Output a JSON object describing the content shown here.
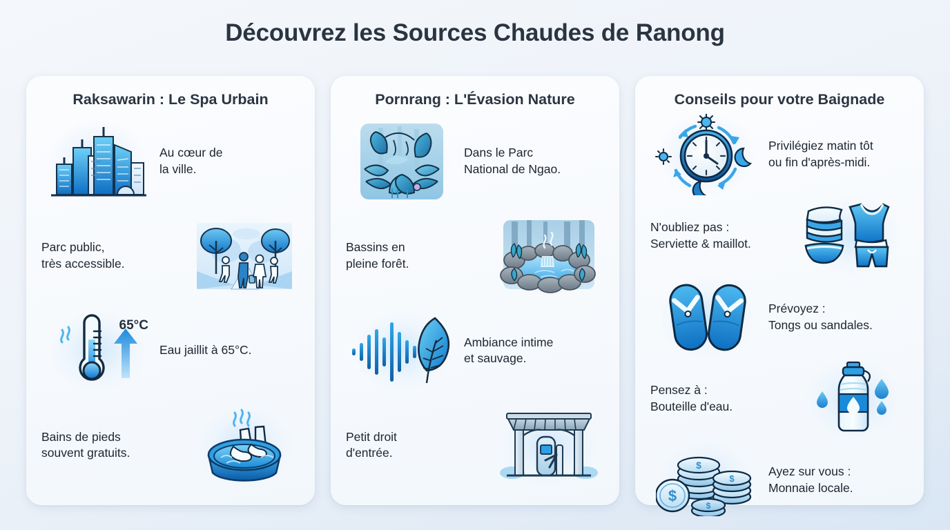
{
  "title": "Découvrez les Sources Chaudes de Ranong",
  "theme": {
    "background": "#eef3f9",
    "card_background": "#f8fafd",
    "title_color": "#2b3542",
    "text_color": "#1d2530",
    "accent_blue": "#1f8fe0",
    "deep_blue": "#0f5fa8",
    "light_blue": "#5bc4f1",
    "outline_navy": "#142a3f"
  },
  "columns": [
    {
      "id": "raksawarin",
      "title": "Raksawarin : Le Spa Urbain",
      "rows": [
        {
          "icon": "city-skyline-icon",
          "text": "Au cœur de\nla ville.",
          "icon_side": "left"
        },
        {
          "icon": "public-park-people-icon",
          "text": "Parc public,\ntrès accessible.",
          "icon_side": "right"
        },
        {
          "icon": "thermometer-icon",
          "text": "Eau jaillit à 65°C.",
          "icon_side": "left",
          "badge": "65°C"
        },
        {
          "icon": "foot-bath-icon",
          "text": "Bains de pieds\nsouvent gratuits.",
          "icon_side": "right"
        }
      ]
    },
    {
      "id": "pornrang",
      "title": "Pornrang : L'Évasion Nature",
      "rows": [
        {
          "icon": "jungle-foliage-icon",
          "text": "Dans le Parc\nNational de Ngao.",
          "icon_side": "left"
        },
        {
          "icon": "rocky-hot-spring-pool-icon",
          "text": "Bassins en\npleine forêt.",
          "icon_side": "right"
        },
        {
          "icon": "soundwave-leaf-icon",
          "text": "Ambiance intime\net sauvage.",
          "icon_side": "left"
        },
        {
          "icon": "entrance-gate-turnstile-icon",
          "text": "Petit droit\nd'entrée.",
          "icon_side": "right"
        }
      ]
    },
    {
      "id": "conseils",
      "title": "Conseils pour votre Baignade",
      "rows": [
        {
          "icon": "clock-sun-moon-cycle-icon",
          "text": "Privilégiez matin tôt\nou fin d'après-midi.",
          "icon_side": "left"
        },
        {
          "icon": "towel-swimwear-icon",
          "text": "N'oubliez pas :\nServiette & maillot.",
          "icon_side": "right"
        },
        {
          "icon": "flip-flops-icon",
          "text": "Prévoyez :\nTongs ou sandales.",
          "icon_side": "left"
        },
        {
          "icon": "water-bottle-icon",
          "text": "Pensez à :\nBouteille d'eau.",
          "icon_side": "right"
        },
        {
          "icon": "coins-money-icon",
          "text": "Ayez sur vous :\nMonnaie locale.",
          "icon_side": "left"
        }
      ]
    }
  ]
}
